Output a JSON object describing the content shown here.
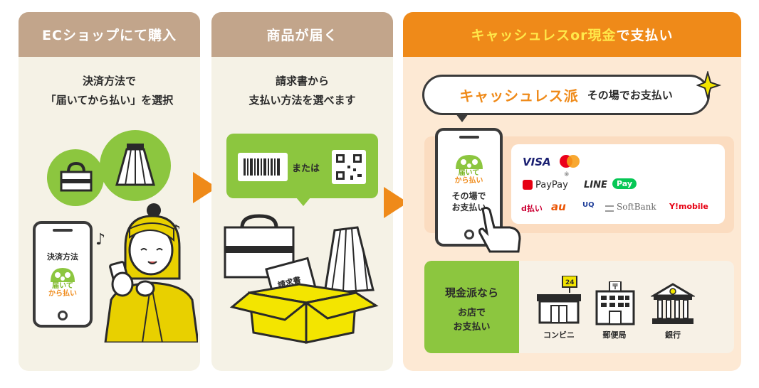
{
  "steps": [
    {
      "title": "ECショップにて購入",
      "desc_line1": "決済方法で",
      "desc_line2": "「届いてから払い」を選択"
    },
    {
      "title": "商品が届く",
      "desc_line1": "請求書から",
      "desc_line2": "支払い方法を選べます"
    },
    {
      "title_part1": "キャッシュレスor現金",
      "title_part2": "で支払い"
    }
  ],
  "phone1": {
    "label": "決済方法",
    "logo_line1": "届いて",
    "logo_line2": "から払い"
  },
  "invoice": {
    "or_text": "または",
    "doc_label": "請求書"
  },
  "cashless": {
    "badge_main": "キャッシュレス派",
    "badge_sub": "その場でお支払い",
    "phone_text_line1": "その場で",
    "phone_text_line2": "お支払い",
    "logo_line1": "届いて",
    "logo_line2": "から払い"
  },
  "brands": {
    "visa": "VISA",
    "paypay": "PayPay",
    "line": "LINE",
    "linepay": "Pay",
    "asterisk": "※",
    "dbarai": "d払い",
    "au": "au",
    "uq": "UQ",
    "softbank": "SoftBank",
    "ymobile": "Y!mobile"
  },
  "cash": {
    "line1": "現金派なら",
    "line2": "お店で",
    "line3": "お支払い",
    "conv": "コンビニ",
    "post": "郵便局",
    "bank": "銀行",
    "sign24": "24"
  },
  "colors": {
    "orange": "#ef8a19",
    "green": "#8cc63f",
    "tan": "#c2a58b",
    "yellow": "#ffe84a"
  }
}
